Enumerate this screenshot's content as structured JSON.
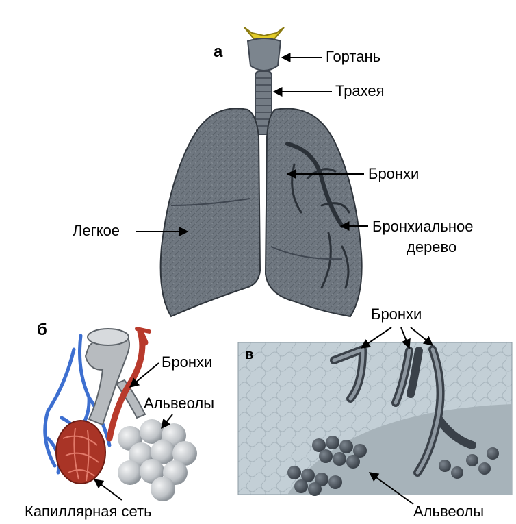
{
  "panels": {
    "a": {
      "letter": "а"
    },
    "b": {
      "letter": "б"
    },
    "v": {
      "letter": "в"
    }
  },
  "labels": {
    "larynx": "Гортань",
    "trachea": "Трахея",
    "bronchi_a": "Бронхи",
    "lung": "Легкое",
    "bronchial_tree_1": "Бронхиальное",
    "bronchial_tree_2": "дерево",
    "bronchi_b": "Бронхи",
    "alveoli_b": "Альвеолы",
    "capillary_net": "Капиллярная сеть",
    "bronchi_v": "Бронхи",
    "alveoli_v": "Альвеолы"
  },
  "colors": {
    "background": "#ffffff",
    "lung_gray": "#6f7780",
    "lung_dark": "#3f4650",
    "larynx_yellow": "#e3cc2a",
    "artery_red": "#b83a2c",
    "vein_blue": "#3d6fd0",
    "alveoli_gray": "#d4d6d8",
    "panel_v_bg": "#c3cfd6"
  }
}
